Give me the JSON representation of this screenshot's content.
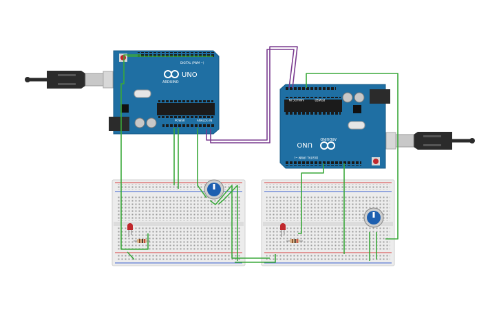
{
  "board_left": {
    "model": "UNO",
    "brand": "ARDUINO",
    "header_digital": "DIGITAL (PWM ~)",
    "header_power": "POWER",
    "header_analog": "ANALOG IN"
  },
  "board_right": {
    "model": "UNO",
    "brand": "ARDUINO",
    "header_digital": "DIGITAL (PWM ~)",
    "header_power": "POWER",
    "header_analog": "ANALOG IN"
  },
  "colors": {
    "board": "#1f6fa3",
    "board_edge": "#155a86",
    "wire_green": "#3aa83a",
    "wire_purple": "#7a3b8f",
    "breadboard": "#ececec",
    "rail_red": "#d94040",
    "rail_blue": "#3a5fcf",
    "led_red": "#c0282d",
    "pot_blue": "#1d5fb0",
    "usb": "#2b2b2b"
  },
  "icons": [
    "usb-cable-icon",
    "led-icon",
    "resistor-icon",
    "potentiometer-icon",
    "arduino-logo-icon"
  ]
}
